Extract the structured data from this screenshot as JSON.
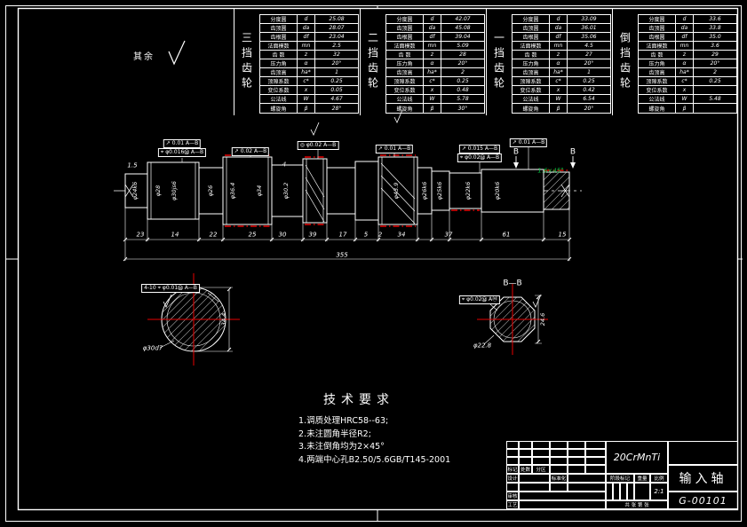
{
  "drawing": {
    "surface_note": "其余",
    "green_note": "1.6×45°",
    "section_b_arrow": "B",
    "overall_dim": "355",
    "dims": [
      "23",
      "14",
      "22",
      "25",
      "30",
      "39",
      "17",
      "5",
      "2",
      "34",
      "37",
      "61",
      "15"
    ],
    "extra_dims": [
      "1.5",
      "4"
    ],
    "diameters": [
      "φ24k6",
      "φ28",
      "φ30js6",
      "φ26",
      "φ36.4",
      "φ34",
      "φ30.2",
      "φ43.9",
      "φ26k6",
      "φ25k6",
      "φ22k6",
      "φ20k6"
    ],
    "tolerance_frames": [
      "↗ 0.01 A—B",
      "⌖ φ0.016Ⓜ A—B",
      "↗ 0.02 A—B",
      "◎ φ0.02 A—B",
      "↗ 0.01 A—B",
      "↗ 0.015 A—B",
      "⌖ φ0.02Ⓜ A—B",
      "↗ 0.01 A—B"
    ],
    "section_a": {
      "frame": "4-10 ⌖ φ0.01Ⓜ A—B",
      "phi": "φ30d7",
      "dim": "34.4"
    },
    "section_b": {
      "label": "B—B",
      "frame": "⌖ φ0.02Ⓜ AⓂ",
      "phi": "φ22.8",
      "dim": "24.6"
    }
  },
  "gear_tables": {
    "row_labels": [
      "分度圆",
      "齿顶圆",
      "齿根圆",
      "法面模数",
      "齿 数",
      "压力角",
      "齿顶高",
      "顶隙系数",
      "变位系数",
      "公法线",
      "螺旋角"
    ],
    "row_symbols": [
      "d",
      "da",
      "df",
      "mn",
      "z",
      "α",
      "ha*",
      "c*",
      "x",
      "W",
      "β"
    ],
    "tables": [
      {
        "title": "三挡齿轮",
        "values": [
          "25.08",
          "28.07",
          "23.04",
          "2.5",
          "32",
          "20°",
          "1",
          "0.25",
          "0.05",
          "4.67",
          "28°"
        ]
      },
      {
        "title": "二挡齿轮",
        "values": [
          "42.07",
          "45.08",
          "39.04",
          "5.09",
          "28",
          "20°",
          "2",
          "0.25",
          "0.48",
          "5.78",
          "30°"
        ]
      },
      {
        "title": "一挡齿轮",
        "values": [
          "33.09",
          "36.01",
          "35.06",
          "4.5",
          "27",
          "20°",
          "1",
          "0.25",
          "0.42",
          "6.54",
          "20°"
        ]
      },
      {
        "title": "倒挡齿轮",
        "values": [
          "33.6",
          "33.8",
          "35.0",
          "3.6",
          "29",
          "20°",
          "2",
          "0.25",
          "",
          "5.48",
          ""
        ]
      }
    ]
  },
  "tech_requirements": {
    "title": "技术要求",
    "items": [
      "1.调质处理HRC58--63;",
      "2.未注圆角半径R2;",
      "3.未注倒角均为2×45°",
      "4.两端中心孔B2.50/5.6GB/T145-2001"
    ]
  },
  "title_block": {
    "material": "20CrMnTi",
    "part_name": "输入轴",
    "drawing_number": "G-00101",
    "scale_value": "2:1",
    "labels": {
      "biaoji": "标记",
      "chushu": "处数",
      "fenqu": "分区",
      "sheji": "设计",
      "biaozhunhua": "标准化",
      "shenhe": "审核",
      "gongyi": "工艺",
      "jieduan": "阶段标记",
      "zhongliang": "重量",
      "bili": "比例"
    },
    "sheet_row": "共  张  第  张"
  }
}
